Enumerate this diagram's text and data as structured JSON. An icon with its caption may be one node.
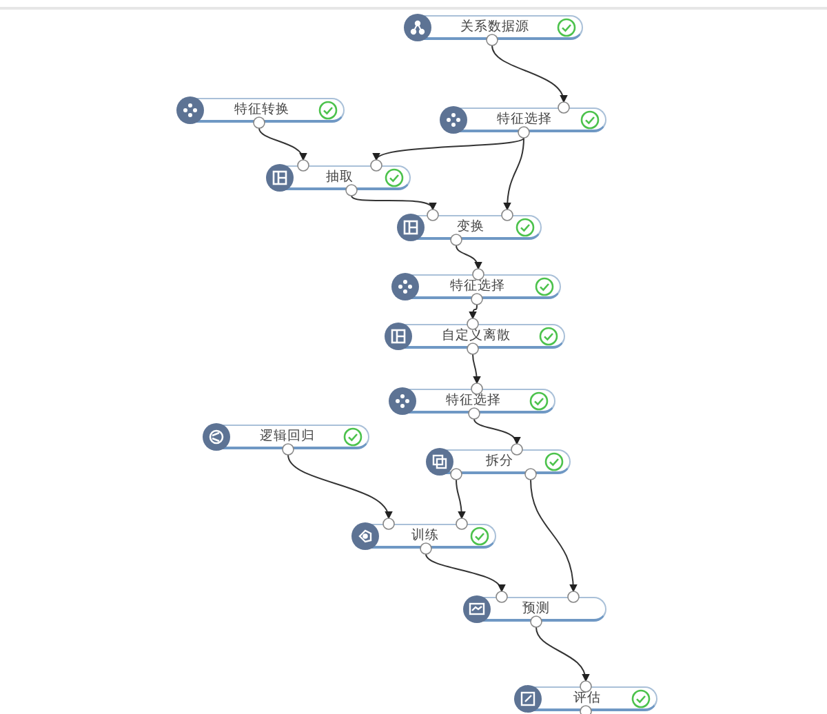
{
  "diagram": {
    "nodes": [
      {
        "text": [
          "关系数据源"
        ]
      },
      {
        "text": [
          "特征转换"
        ]
      },
      {
        "text": [
          "特征选择"
        ]
      },
      {
        "text": [
          "抽取"
        ]
      },
      {
        "text": [
          "变换"
        ]
      },
      {
        "text": [
          "特征选择"
        ]
      },
      {
        "text": [
          "自定义离散"
        ]
      },
      {
        "text": [
          "特征选择"
        ]
      },
      {
        "text": [
          "逻辑回归"
        ]
      },
      {
        "text": [
          "拆分"
        ]
      },
      {
        "text": [
          "训练"
        ]
      },
      {
        "text": [
          "预测"
        ]
      },
      {
        "text": [
          "评估"
        ]
      }
    ],
    "edges": [
      {
        "from": 0,
        "to": 2,
        "arrow": "to"
      },
      {
        "from": 1,
        "to": 3,
        "arrow": "to"
      },
      {
        "from": 2,
        "to": 3,
        "arrow": "to"
      },
      {
        "from": 2,
        "to": 4,
        "arrow": "to"
      },
      {
        "from": 3,
        "to": 4,
        "arrow": "to"
      },
      {
        "from": 4,
        "to": 5,
        "arrow": "to"
      },
      {
        "from": 5,
        "to": 6,
        "arrow": "to"
      },
      {
        "from": 6,
        "to": 7,
        "arrow": "to"
      },
      {
        "from": 7,
        "to": 9,
        "arrow": "to"
      },
      {
        "from": 8,
        "to": 10,
        "arrow": "to"
      },
      {
        "from": 9,
        "to": 10,
        "arrow": "to"
      },
      {
        "from": 9,
        "to": 11,
        "arrow": "to"
      },
      {
        "from": 10,
        "to": 11,
        "arrow": "to"
      },
      {
        "from": 11,
        "to": 12,
        "arrow": "to"
      }
    ]
  }
}
